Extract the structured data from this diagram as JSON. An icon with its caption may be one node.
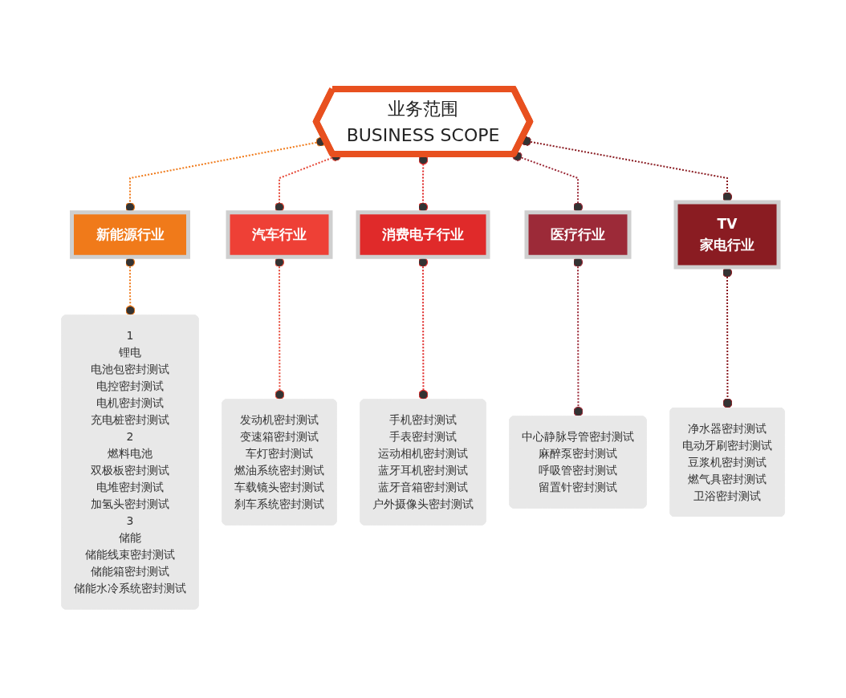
{
  "diagram": {
    "nodes": [
      {
        "text": [
          "业务范围",
          "BUSINESS SCOPE"
        ]
      },
      {
        "text": [
          "新能源行业"
        ]
      },
      {
        "text": [
          "汽车行业"
        ]
      },
      {
        "text": [
          "消费电子行业"
        ]
      },
      {
        "text": [
          "医疗行业"
        ]
      },
      {
        "text": [
          "TV",
          "家电行业"
        ]
      },
      {
        "text": [
          "1",
          "锂电",
          "电池包密封测试",
          "电控密封测试",
          "电机密封测试",
          "充电桩密封测试",
          "2",
          "燃料电池",
          "双极板密封测试",
          "电堆密封测试",
          "加氢头密封测试",
          "3",
          "储能",
          "储能线束密封测试",
          "储能箱密封测试",
          "储能水冷系统密封测试"
        ]
      },
      {
        "text": [
          "发动机密封测试",
          "变速箱密封测试",
          "车灯密封测试",
          "燃油系统密封测试",
          "车载镜头密封测试",
          "刹车系统密封测试"
        ]
      },
      {
        "text": [
          "手机密封测试",
          "手表密封测试",
          "运动相机密封测试",
          "蓝牙耳机密封测试",
          "蓝牙音箱密封测试",
          "户外摄像头密封测试"
        ]
      },
      {
        "text": [
          "中心静脉导管密封测试",
          "麻醉泵密封测试",
          "呼吸管密封测试",
          "留置针密封测试"
        ]
      },
      {
        "text": [
          "净水器密封测试",
          "电动牙刷密封测试",
          "豆浆机密封测试",
          "燃气具密封测试",
          "卫浴密封测试"
        ]
      }
    ],
    "edges": [
      {
        "from": 0,
        "to": 1,
        "arrow": "other",
        "style": "dashed",
        "color": "#f07a1a"
      },
      {
        "from": 0,
        "to": 2,
        "arrow": "other",
        "style": "dashed",
        "color": "#e64a3a"
      },
      {
        "from": 0,
        "to": 3,
        "arrow": "other",
        "style": "dashed",
        "color": "#e02a2a"
      },
      {
        "from": 0,
        "to": 4,
        "arrow": "other",
        "style": "dashed",
        "color": "#9c2a38"
      },
      {
        "from": 0,
        "to": 5,
        "arrow": "other",
        "style": "dashed",
        "color": "#8a1c22"
      },
      {
        "from": 1,
        "to": 6,
        "arrow": "other",
        "style": "dashed",
        "color": "#f07a1a"
      },
      {
        "from": 2,
        "to": 7,
        "arrow": "other",
        "style": "dashed",
        "color": "#e64a3a"
      },
      {
        "from": 3,
        "to": 8,
        "arrow": "other",
        "style": "dashed",
        "color": "#e02a2a"
      },
      {
        "from": 4,
        "to": 9,
        "arrow": "other",
        "style": "dashed",
        "color": "#9c2a38"
      },
      {
        "from": 5,
        "to": 10,
        "arrow": "other",
        "style": "dashed",
        "color": "#8a1c22"
      }
    ]
  }
}
